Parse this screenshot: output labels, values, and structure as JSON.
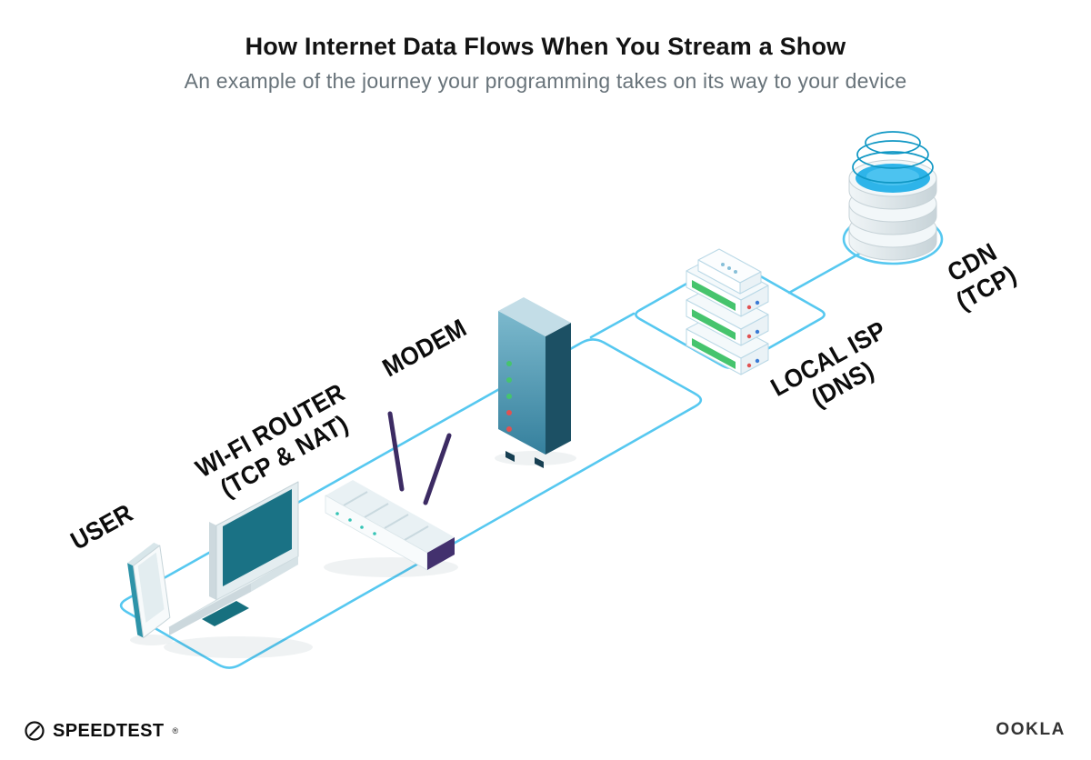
{
  "header": {
    "title": "How Internet Data Flows When You Stream a Show",
    "subtitle": "An example of the journey your programming takes on its way to your device"
  },
  "diagram": {
    "nodes": [
      {
        "id": "user",
        "label": "USER",
        "sublabel": ""
      },
      {
        "id": "wifi-router",
        "label": "WI-FI ROUTER",
        "sublabel": "(TCP & NAT)"
      },
      {
        "id": "modem",
        "label": "MODEM",
        "sublabel": ""
      },
      {
        "id": "local-isp",
        "label": "LOCAL ISP",
        "sublabel": "(DNS)"
      },
      {
        "id": "cdn",
        "label": "CDN",
        "sublabel": "(TCP)"
      }
    ],
    "flow_order": [
      "USER",
      "WI-FI ROUTER (TCP & NAT)",
      "MODEM",
      "LOCAL ISP (DNS)",
      "CDN (TCP)"
    ],
    "colors": {
      "connection_line": "#56c8f0",
      "device_teal": "#1b7485",
      "device_purple": "#43316e",
      "led_green": "#46c46d",
      "led_red": "#e05252",
      "cdn_water": "#2eb4e9"
    }
  },
  "footer": {
    "speedtest": {
      "label": "SPEEDTEST",
      "mark": "®"
    },
    "ookla": {
      "label": "OOKLA"
    }
  }
}
